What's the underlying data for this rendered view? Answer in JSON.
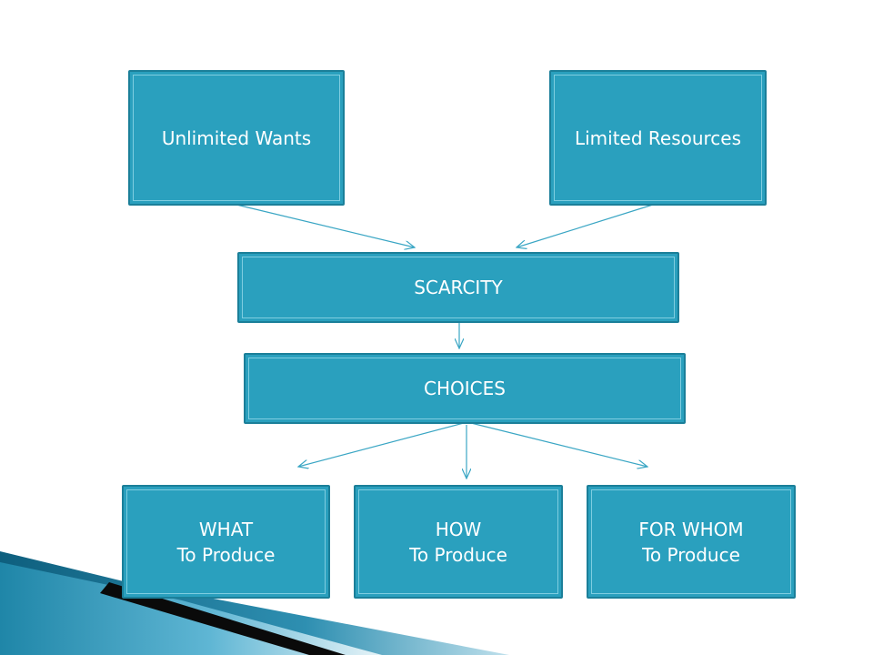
{
  "diagram": {
    "nodes": {
      "unlimited_wants": "Unlimited Wants",
      "limited_resources": "Limited Resources",
      "scarcity": "SCARCITY",
      "choices": "CHOICES",
      "what": {
        "line1": "WHAT",
        "line2": "To Produce"
      },
      "how": {
        "line1": "HOW",
        "line2": "To Produce"
      },
      "for_whom": {
        "line1": "FOR WHOM",
        "line2": "To Produce"
      }
    },
    "colors": {
      "box_fill": "#2aa0be",
      "box_border": "#1b7f99",
      "arrow": "#3aa6c4",
      "text": "#ffffff"
    }
  }
}
